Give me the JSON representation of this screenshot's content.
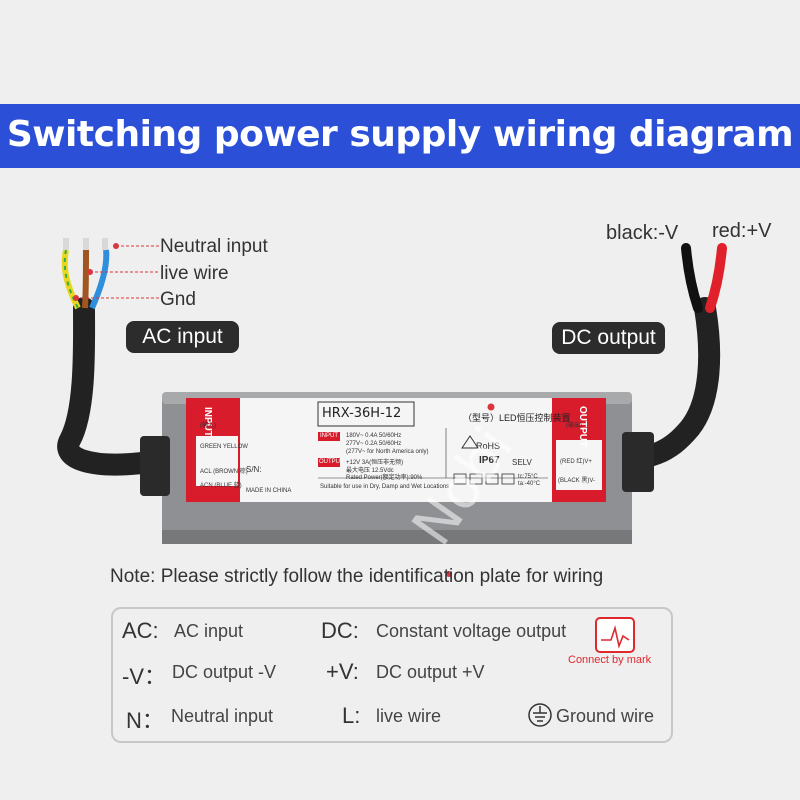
{
  "title": "Switching power supply wiring diagram",
  "ac_side": {
    "wire_labels": [
      "Neutral input",
      "live wire",
      "Gnd"
    ],
    "badge": "AC input"
  },
  "dc_side": {
    "wire_labels": [
      "black:-V",
      "red:+V"
    ],
    "badge": "DC output"
  },
  "plate": {
    "model": "HRX-36H-12",
    "model_suffix": "（型号）LED恒压控制装置",
    "input_tag": "INPUT",
    "input_cn": "(输入)",
    "output_tag": "OUTPUT",
    "output_cn": "(输出)",
    "ac_wires": [
      "GREEN YELLOW",
      "ACL (BROWN 棕)",
      "ACN (BLUE 蓝)"
    ],
    "dc_wires": [
      "(RED 红)V+",
      "(BLACK 黑)V-"
    ],
    "input_spec": [
      "180V~   0.4A   50/60Hz",
      "277V~   0.2A   50/60Hz",
      "(277V~ for North America only)"
    ],
    "output_spec": [
      "+12V    3A(恒压非无频)",
      "最大电压  12.5Vdc",
      "Rated Power(额定功率):90%"
    ],
    "sn": "S/N:",
    "made_in": "MADE IN CHINA",
    "suitable": "Suitable for use in Dry, Damp and Wet Locations",
    "ip_rating": "IP67",
    "selv": "SELV",
    "rohs": "RoHS",
    "temps": [
      "tc:75°C",
      "ta:-40°C"
    ]
  },
  "watermark": "Nobi",
  "note": "Note: Please strictly follow the identification plate for wiring",
  "legend": {
    "rows": [
      {
        "key1": "AC:",
        "val1": "AC input",
        "key2": "DC:",
        "val2": "Constant voltage output"
      },
      {
        "key1": "-V：",
        "val1": "DC output  -V",
        "key2": "+V:",
        "val2": "DC output +V"
      },
      {
        "key1": "N：",
        "val1": "Neutral input",
        "key2": "L:",
        "val2": "live wire"
      }
    ],
    "ground_label": "Ground wire",
    "mark_caption": "Connect by mark"
  },
  "colors": {
    "title_band": "#2b4fd6",
    "dashed_red": "#d9363e",
    "wire_yellow": "#e8d81c",
    "wire_green": "#3aa84a",
    "wire_brown": "#a0561e",
    "wire_blue": "#2f8fdc",
    "dc_red": "#e0202a",
    "housing": "#8f9093"
  }
}
